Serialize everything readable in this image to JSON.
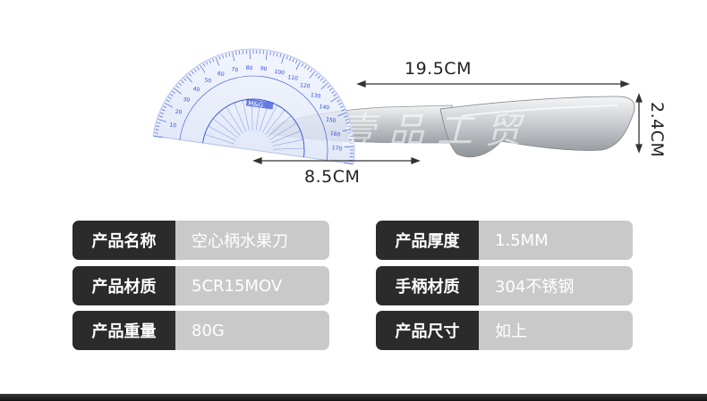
{
  "dimensions": {
    "blade_length": "19.5CM",
    "handle_length": "8.5CM",
    "height": "2.4CM"
  },
  "protractor": {
    "brand": "M&G",
    "scale_numbers": [
      "10",
      "20",
      "30",
      "40",
      "50",
      "60",
      "70",
      "80",
      "90",
      "100",
      "110",
      "120",
      "130",
      "140",
      "150",
      "160",
      "170"
    ]
  },
  "watermark": "壹品工贸",
  "colors": {
    "key_bg": "#2b2b2b",
    "value_bg": "#c9c9c9",
    "protractor": "#2f4fd8",
    "steel": "#cfd2d6"
  },
  "specs": [
    {
      "label": "产品名称",
      "value": "空心柄水果刀"
    },
    {
      "label": "产品厚度",
      "value": "1.5MM"
    },
    {
      "label": "产品材质",
      "value": "5CR15MOV"
    },
    {
      "label": "手柄材质",
      "value": "304不锈钢"
    },
    {
      "label": "产品重量",
      "value": "80G"
    },
    {
      "label": "产品尺寸",
      "value": "如上"
    }
  ]
}
